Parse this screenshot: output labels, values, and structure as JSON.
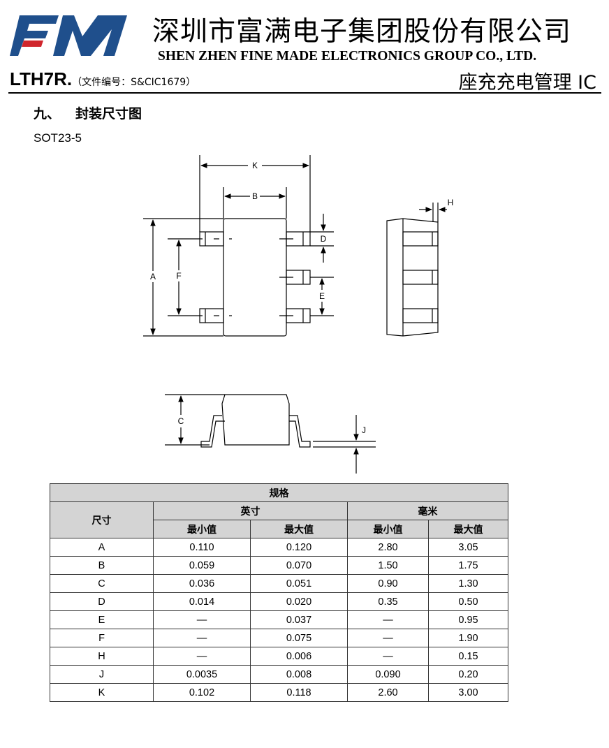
{
  "header": {
    "logo_text": "FM",
    "company_cn": "深圳市富满电子集团股份有限公司",
    "company_en": "SHEN ZHEN FINE MADE ELECTRONICS GROUP CO., LTD.",
    "doc_code": "LTH7R.",
    "doc_number": "（文件编号：S&CIC1679）",
    "product_title": "座充充电管理 IC",
    "logo_colors": {
      "blue": "#1f4f8c",
      "red": "#d0262c"
    }
  },
  "section": {
    "number": "九、",
    "title": "封装尺寸图"
  },
  "package_name": "SOT23-5",
  "drawing_labels": {
    "A": "A",
    "B": "B",
    "C": "C",
    "D": "D",
    "E": "E",
    "F": "F",
    "H": "H",
    "J": "J",
    "K": "K"
  },
  "table": {
    "caption": "规格",
    "dim_header": "尺寸",
    "inch_header": "英寸",
    "mm_header": "毫米",
    "min_label": "最小值",
    "max_label": "最大值",
    "rows": [
      [
        "A",
        "0.110",
        "0.120",
        "2.80",
        "3.05"
      ],
      [
        "B",
        "0.059",
        "0.070",
        "1.50",
        "1.75"
      ],
      [
        "C",
        "0.036",
        "0.051",
        "0.90",
        "1.30"
      ],
      [
        "D",
        "0.014",
        "0.020",
        "0.35",
        "0.50"
      ],
      [
        "E",
        "—",
        "0.037",
        "—",
        "0.95"
      ],
      [
        "F",
        "—",
        "0.075",
        "—",
        "1.90"
      ],
      [
        "H",
        "—",
        "0.006",
        "—",
        "0.15"
      ],
      [
        "J",
        "0.0035",
        "0.008",
        "0.090",
        "0.20"
      ],
      [
        "K",
        "0.102",
        "0.118",
        "2.60",
        "3.00"
      ]
    ]
  }
}
